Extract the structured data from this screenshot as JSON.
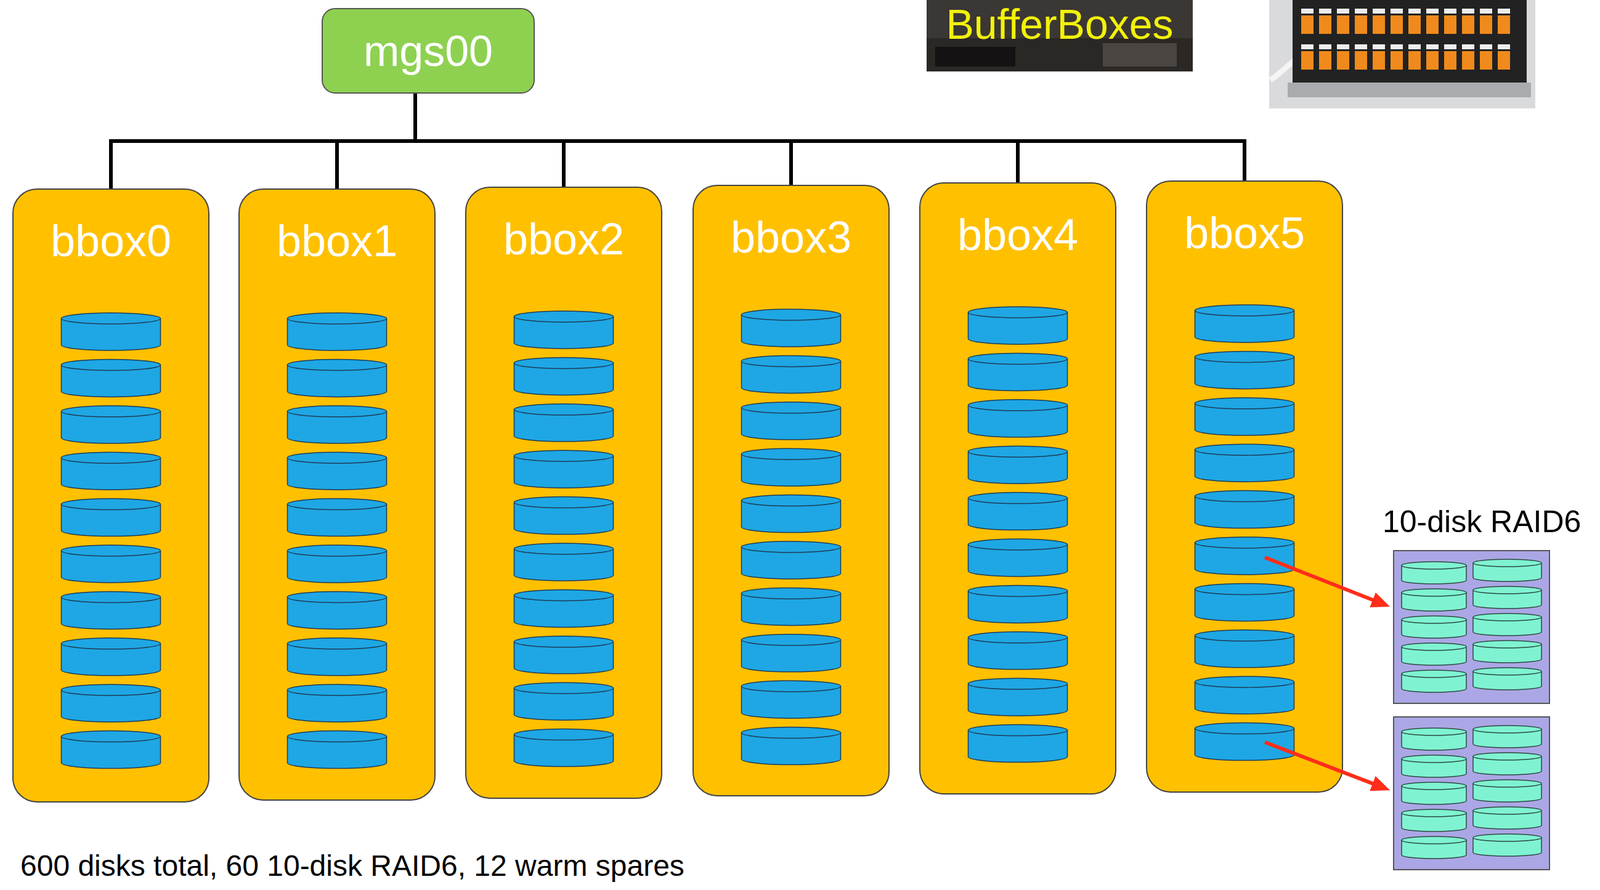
{
  "diagram": {
    "caption": "600 disks total, 60 10-disk RAID6, 12 warm spares",
    "nodes": [
      {
        "text": [
          "mgs00"
        ]
      },
      {
        "text": [
          "bbox0"
        ]
      },
      {
        "text": [
          "bbox1"
        ]
      },
      {
        "text": [
          "bbox2"
        ]
      },
      {
        "text": [
          "bbox3"
        ]
      },
      {
        "text": [
          "bbox4"
        ]
      },
      {
        "text": [
          "bbox5"
        ]
      }
    ],
    "edges": [
      {
        "from": 0,
        "to": 1,
        "arrow": "none"
      },
      {
        "from": 0,
        "to": 2,
        "arrow": "none"
      },
      {
        "from": 0,
        "to": 3,
        "arrow": "none"
      },
      {
        "from": 0,
        "to": 4,
        "arrow": "none"
      },
      {
        "from": 0,
        "to": 5,
        "arrow": "none"
      },
      {
        "from": 0,
        "to": 6,
        "arrow": "none"
      }
    ],
    "labels": [
      "BufferBoxes",
      "10-disk RAID6"
    ]
  }
}
